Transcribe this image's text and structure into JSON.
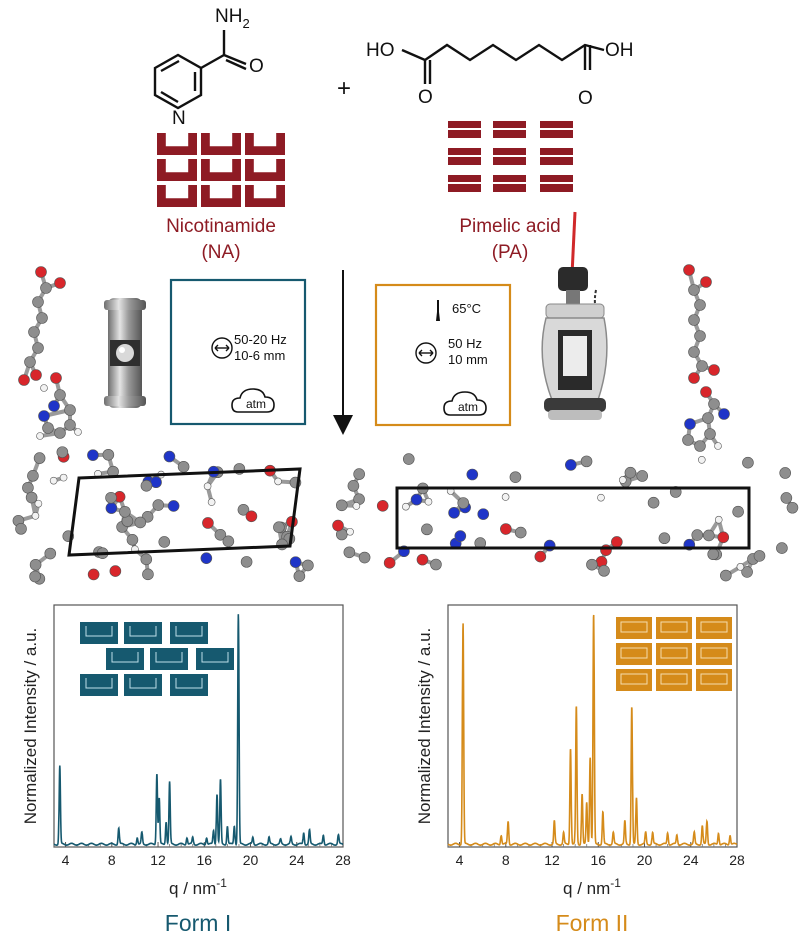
{
  "reactants": {
    "na": {
      "amine": "NH",
      "amine_sub": "2",
      "oxygen": "O",
      "nitrogen": "N",
      "name": "Nicotinamide",
      "abbr": "(NA)"
    },
    "plus": "+",
    "pa": {
      "ho": "HO",
      "oh": "OH",
      "o1": "O",
      "o2": "O",
      "name": "Pimelic acid",
      "abbr": "(PA)"
    }
  },
  "conditions": {
    "left": {
      "freq": "50-20 Hz",
      "amp": "10-6 mm",
      "atm": "atm"
    },
    "right": {
      "temp": "65°C",
      "freq": "50 Hz",
      "amp": "10 mm",
      "atm": "atm"
    }
  },
  "colors": {
    "maroon": "#8e1b24",
    "teal": "#16596f",
    "orange": "#d58b1a"
  },
  "chart_data": [
    {
      "type": "line",
      "title": "Form I",
      "xlabel": "q / nm",
      "xlabel_sup": "-1",
      "ylabel": "Normalized Intensity / a.u.",
      "xlim": [
        3,
        28
      ],
      "ylim": [
        0,
        1.05
      ],
      "xticks": [
        "4",
        "8",
        "12",
        "16",
        "20",
        "24",
        "28"
      ],
      "xtick_values": [
        4,
        8,
        12,
        16,
        20,
        24,
        28
      ],
      "color": "#16596f",
      "peaks": [
        {
          "q": 3.5,
          "i": 0.34
        },
        {
          "q": 8.6,
          "i": 0.07
        },
        {
          "q": 10.2,
          "i": 0.03
        },
        {
          "q": 10.6,
          "i": 0.05
        },
        {
          "q": 11.9,
          "i": 0.31
        },
        {
          "q": 12.1,
          "i": 0.2
        },
        {
          "q": 12.7,
          "i": 0.1
        },
        {
          "q": 13.0,
          "i": 0.27
        },
        {
          "q": 14.5,
          "i": 0.03
        },
        {
          "q": 15.0,
          "i": 0.03
        },
        {
          "q": 16.2,
          "i": 0.03
        },
        {
          "q": 16.8,
          "i": 0.06
        },
        {
          "q": 17.1,
          "i": 0.22
        },
        {
          "q": 17.4,
          "i": 0.28
        },
        {
          "q": 18.0,
          "i": 0.08
        },
        {
          "q": 18.6,
          "i": 0.08
        },
        {
          "q": 18.95,
          "i": 1.0
        },
        {
          "q": 20.2,
          "i": 0.03
        },
        {
          "q": 21.6,
          "i": 0.03
        },
        {
          "q": 22.6,
          "i": 0.02
        },
        {
          "q": 23.5,
          "i": 0.03
        },
        {
          "q": 24.6,
          "i": 0.05
        },
        {
          "q": 25.1,
          "i": 0.06
        },
        {
          "q": 26.3,
          "i": 0.04
        },
        {
          "q": 27.6,
          "i": 0.04
        }
      ]
    },
    {
      "type": "line",
      "title": "Form II",
      "xlabel": "q / nm",
      "xlabel_sup": "-1",
      "ylabel": "Normalized Intensity / a.u.",
      "xlim": [
        3,
        28
      ],
      "ylim": [
        0,
        1.05
      ],
      "xticks": [
        "4",
        "8",
        "12",
        "16",
        "20",
        "24",
        "28"
      ],
      "xtick_values": [
        4,
        8,
        12,
        16,
        20,
        24,
        28
      ],
      "color": "#d58b1a",
      "peaks": [
        {
          "q": 4.3,
          "i": 0.96
        },
        {
          "q": 7.6,
          "i": 0.04
        },
        {
          "q": 8.2,
          "i": 0.1
        },
        {
          "q": 12.2,
          "i": 0.1
        },
        {
          "q": 13.0,
          "i": 0.05
        },
        {
          "q": 13.6,
          "i": 0.42
        },
        {
          "q": 14.1,
          "i": 0.6
        },
        {
          "q": 14.6,
          "i": 0.22
        },
        {
          "q": 15.0,
          "i": 0.18
        },
        {
          "q": 15.3,
          "i": 0.38
        },
        {
          "q": 15.6,
          "i": 1.0
        },
        {
          "q": 16.4,
          "i": 0.14
        },
        {
          "q": 17.3,
          "i": 0.05
        },
        {
          "q": 18.3,
          "i": 0.1
        },
        {
          "q": 18.9,
          "i": 0.6
        },
        {
          "q": 19.3,
          "i": 0.2
        },
        {
          "q": 20.1,
          "i": 0.05
        },
        {
          "q": 20.7,
          "i": 0.05
        },
        {
          "q": 22.0,
          "i": 0.05
        },
        {
          "q": 22.8,
          "i": 0.04
        },
        {
          "q": 24.3,
          "i": 0.05
        },
        {
          "q": 25.0,
          "i": 0.08
        },
        {
          "q": 25.4,
          "i": 0.1
        },
        {
          "q": 26.4,
          "i": 0.05
        },
        {
          "q": 27.4,
          "i": 0.04
        }
      ]
    }
  ]
}
